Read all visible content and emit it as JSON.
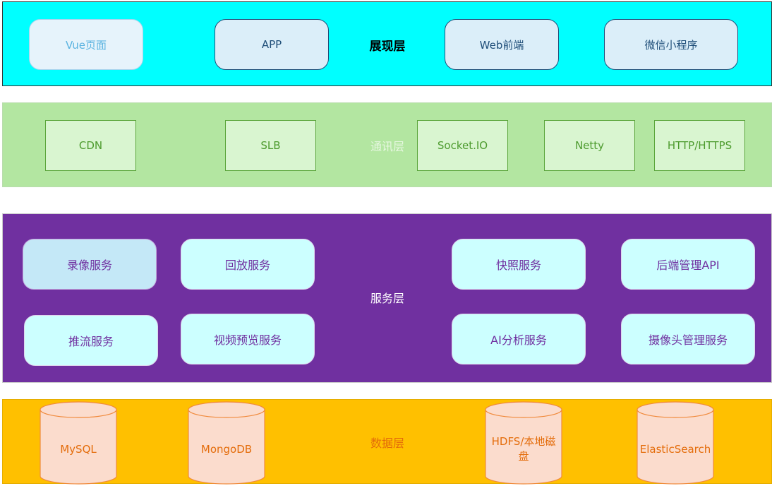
{
  "layers": {
    "presentation": {
      "title": "展现层",
      "items": [
        "Vue页面",
        "APP",
        "Web前端",
        "微信小程序"
      ]
    },
    "communication": {
      "title": "通讯层",
      "items": [
        "CDN",
        "SLB",
        "Socket.IO",
        "Netty",
        "HTTP/HTTPS"
      ]
    },
    "service": {
      "title": "服务层",
      "items": [
        "录像服务",
        "回放服务",
        "快照服务",
        "后端管理API",
        "推流服务",
        "视频预览服务",
        "AI分析服务",
        "摄像头管理服务"
      ]
    },
    "data": {
      "title": "数据层",
      "items": [
        "MySQL",
        "MongoDB",
        "HDFS/本地磁盘",
        "ElasticSearch"
      ]
    }
  },
  "colors": {
    "presentation_bg": "#00ffff",
    "communication_bg": "#b3e6a1",
    "service_bg": "#7030a0",
    "data_bg": "#ffc000"
  }
}
